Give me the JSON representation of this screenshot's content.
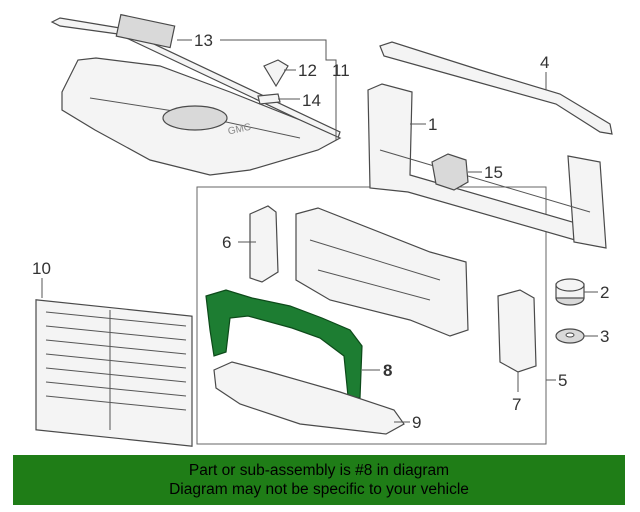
{
  "callouts": {
    "c1": "1",
    "c2": "2",
    "c3": "3",
    "c4": "4",
    "c5": "5",
    "c6": "6",
    "c7": "7",
    "c8": "8",
    "c9": "9",
    "c10": "10",
    "c11": "11",
    "c12": "12",
    "c13": "13",
    "c14": "14",
    "c15": "15"
  },
  "logo_text": "GMC",
  "banner": {
    "line1": "Part or sub-assembly is #8 in diagram",
    "line2": "Diagram may not be specific to your vehicle"
  },
  "colors": {
    "highlight_part": "#1d7d32",
    "banner_bg": "#1f7d17"
  }
}
